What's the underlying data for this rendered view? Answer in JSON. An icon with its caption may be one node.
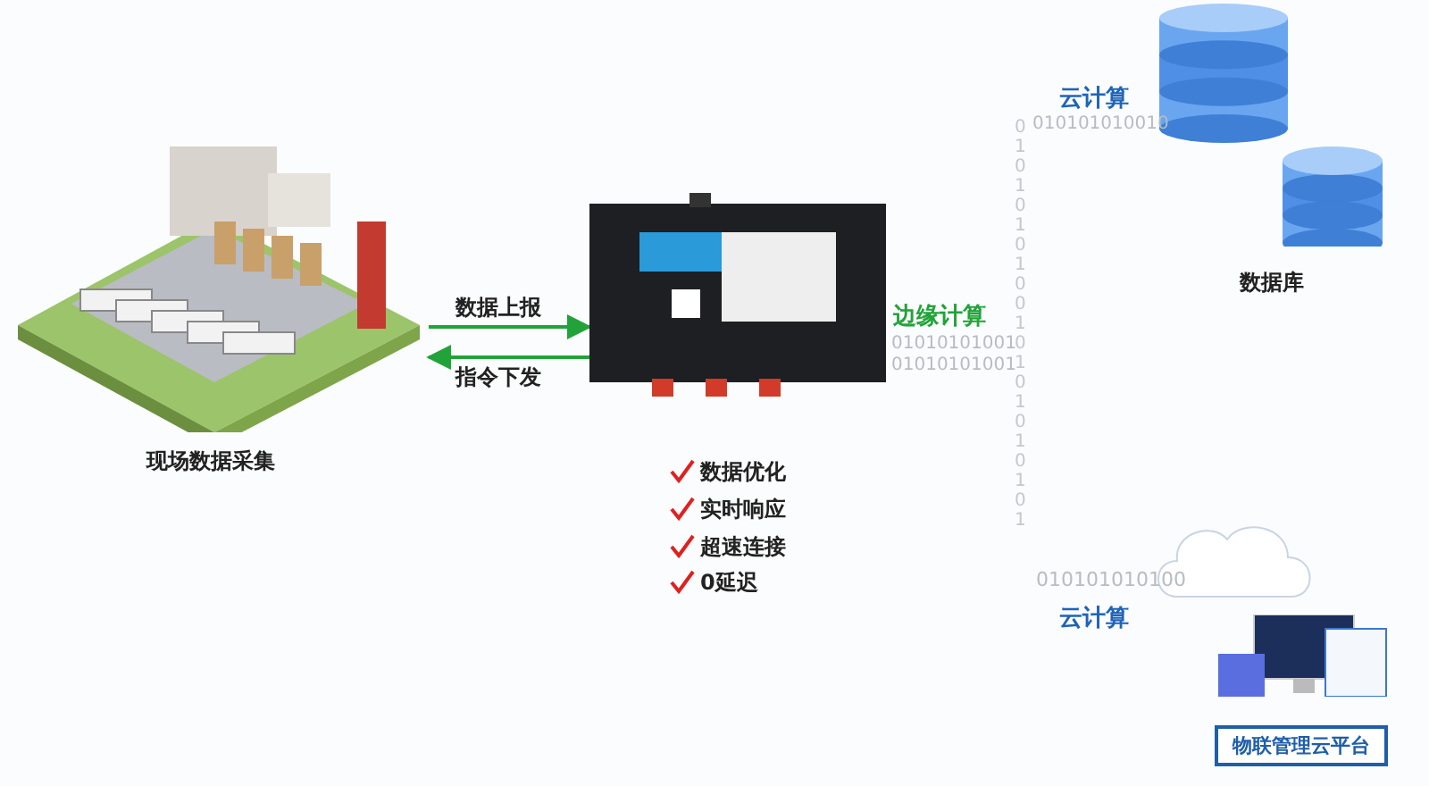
{
  "diagram": {
    "nodes": [
      {
        "text": [
          "现场数据采集"
        ]
      },
      {
        "text": [],
        "shape": "picture"
      },
      {
        "text": [
          "数据库"
        ]
      },
      {
        "text": [],
        "shape": "cloud"
      },
      {
        "text": [
          "物联管理云平台"
        ]
      }
    ],
    "edges": [
      {
        "from": 0,
        "to": 1,
        "arrow": "to",
        "label": "数据上报"
      },
      {
        "from": 1,
        "to": 0,
        "arrow": "to",
        "label": "指令下发"
      }
    ],
    "labels": [
      "云计算",
      "010101010010",
      "边缘计算",
      "01010101001",
      "01010101001",
      "数据优化",
      "实时响应",
      "超速连接",
      "0延迟",
      "010101010100",
      "云计算",
      "010101010010101010101"
    ]
  }
}
